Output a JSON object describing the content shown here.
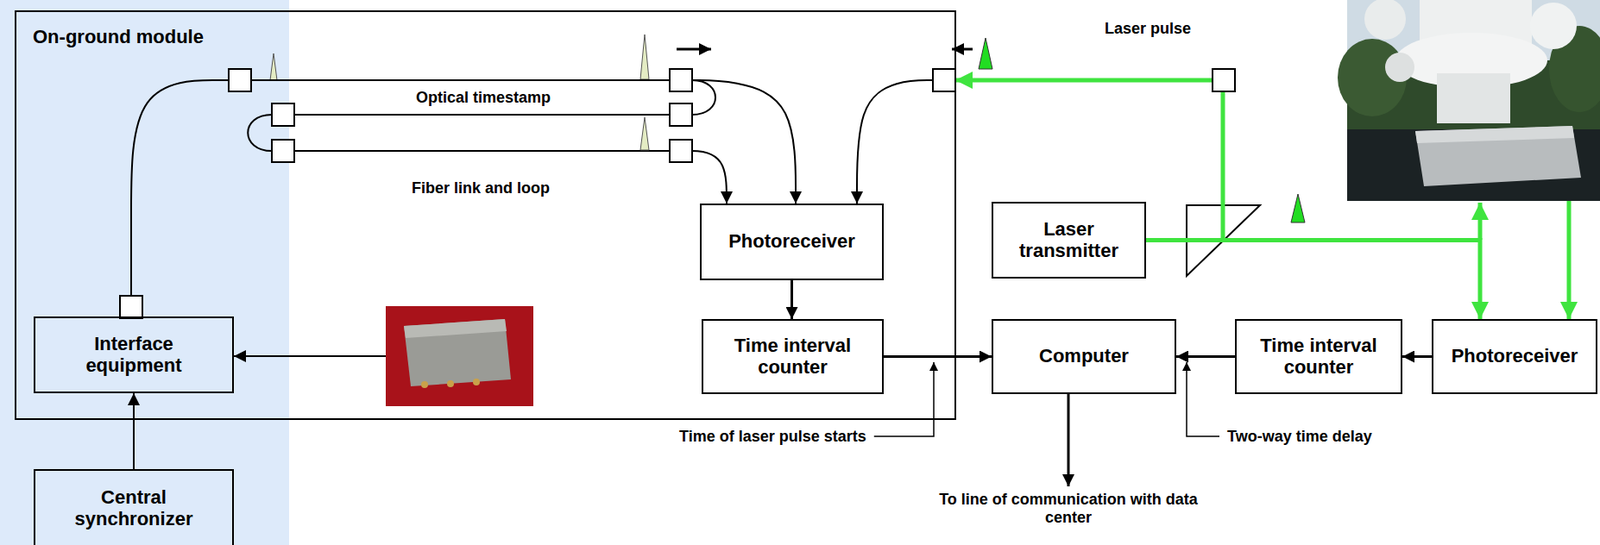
{
  "diagram": {
    "nodes": [
      {
        "text": [
          "On-ground module"
        ]
      },
      {
        "text": [
          "Interface equipment"
        ],
        "in": 0
      },
      {
        "text": [
          "Photoreceiver"
        ],
        "in": 0
      },
      {
        "text": [
          "Time interval counter"
        ],
        "in": 0
      },
      {
        "text": [
          "Central synchronizer"
        ]
      },
      {
        "text": [
          "Computer"
        ]
      },
      {
        "text": [
          "Laser transmitter"
        ]
      },
      {
        "text": [
          "Time interval counter"
        ]
      },
      {
        "text": [
          "Photoreceiver"
        ]
      }
    ],
    "edges": [
      {
        "from": 4,
        "to": 1,
        "arrow": "to"
      },
      {
        "from": 1,
        "to": 2,
        "arrow": "to"
      },
      {
        "from": 2,
        "to": 3,
        "arrow": "to"
      },
      {
        "from": 3,
        "to": 5,
        "arrow": "to"
      },
      {
        "from": 6,
        "to": 2,
        "arrow": "to"
      },
      {
        "from": 6,
        "to": 8,
        "arrow": "to"
      },
      {
        "from": 8,
        "to": 7,
        "arrow": "to"
      },
      {
        "from": 7,
        "to": 5,
        "arrow": "to"
      }
    ],
    "labels": [
      "Optical timestamp",
      "Fiber link and loop",
      "Laser pulse",
      "Time of laser pulse starts",
      "Two-way time delay",
      "To line of communication with data center"
    ]
  }
}
